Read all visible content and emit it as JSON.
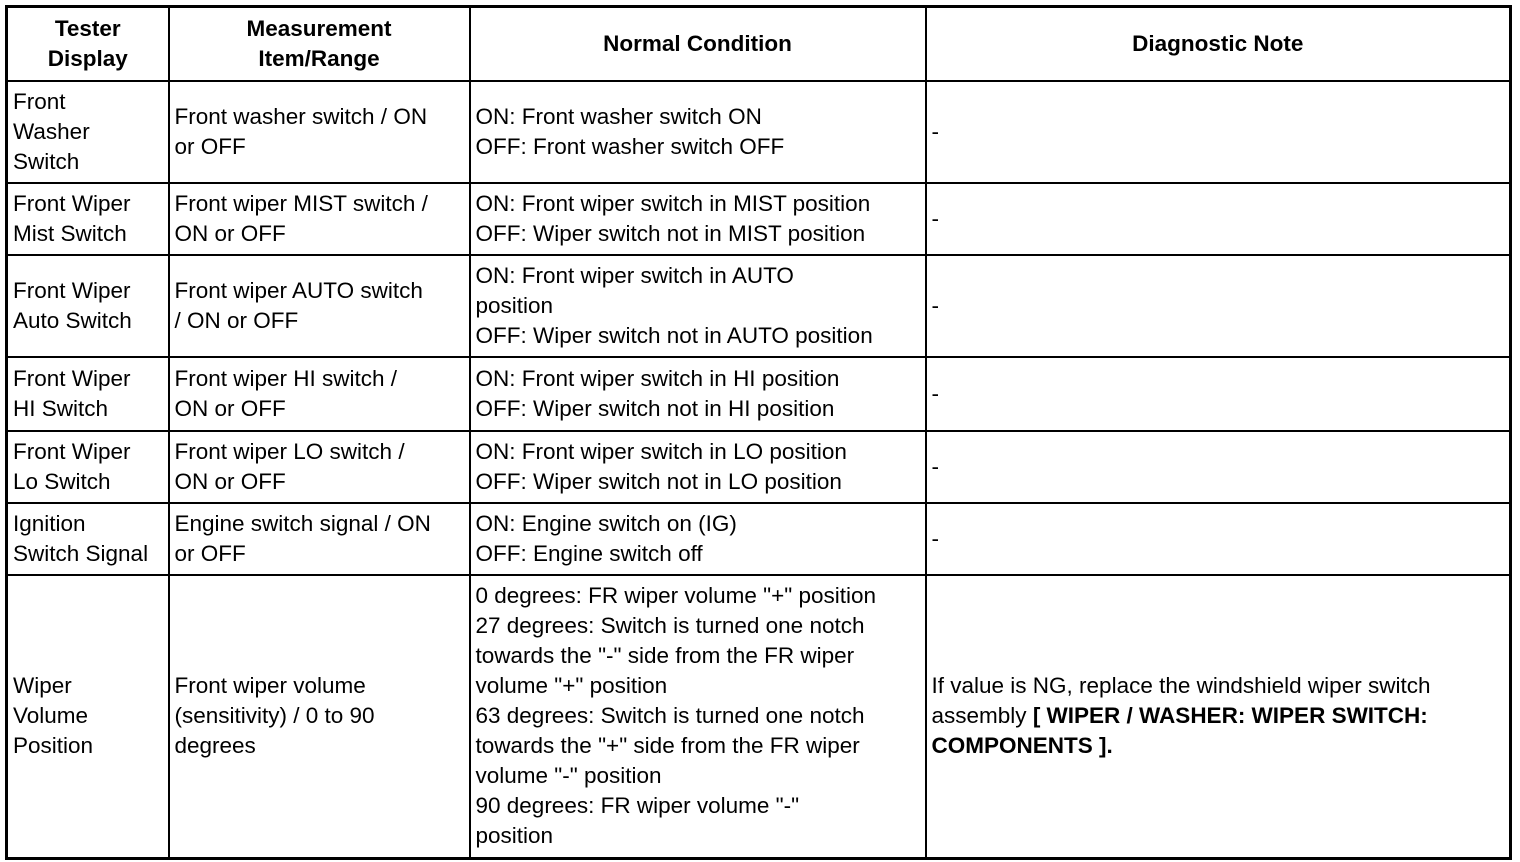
{
  "table": {
    "headers": [
      "Tester\nDisplay",
      "Measurement\nItem/Range",
      "Normal Condition",
      "Diagnostic Note"
    ],
    "rows": [
      {
        "tester_display": "Front\nWasher\nSwitch",
        "measurement": "Front washer switch / ON\nor OFF",
        "normal_condition": "ON: Front washer switch ON\nOFF: Front washer switch OFF",
        "diagnostic_note": "-"
      },
      {
        "tester_display": "Front Wiper\nMist Switch",
        "measurement": "Front wiper MIST switch /\nON or OFF",
        "normal_condition": "ON: Front wiper switch in MIST position\nOFF: Wiper switch not in MIST position",
        "diagnostic_note": "-"
      },
      {
        "tester_display": "Front Wiper\nAuto Switch",
        "measurement": "Front wiper AUTO switch\n/ ON or OFF",
        "normal_condition": "ON: Front wiper switch in AUTO\nposition\nOFF: Wiper switch not in AUTO position",
        "diagnostic_note": "-"
      },
      {
        "tester_display": "Front Wiper\nHI Switch",
        "measurement": "Front wiper HI switch /\nON or OFF",
        "normal_condition": "ON: Front wiper switch in HI position\nOFF: Wiper switch not in HI position",
        "diagnostic_note": "-"
      },
      {
        "tester_display": "Front Wiper\nLo Switch",
        "measurement": "Front wiper LO switch /\nON or OFF",
        "normal_condition": "ON: Front wiper switch in LO position\nOFF: Wiper switch not in LO position",
        "diagnostic_note": "-"
      },
      {
        "tester_display": "Ignition\nSwitch Signal",
        "measurement": "Engine switch signal / ON\nor OFF",
        "normal_condition": "ON: Engine switch on (IG)\nOFF: Engine switch off",
        "diagnostic_note": "-"
      },
      {
        "tester_display": "Wiper\nVolume\nPosition",
        "measurement": "Front wiper volume\n(sensitivity) / 0 to 90\ndegrees",
        "normal_condition": "0 degrees: FR wiper volume \"+\" position\n27 degrees: Switch is turned one notch\ntowards the \"-\" side from the FR wiper\nvolume \"+\" position\n63 degrees: Switch is turned one notch\ntowards the \"+\" side from the FR wiper\nvolume \"-\" position\n90 degrees: FR wiper volume \"-\"\nposition",
        "diagnostic_note": "If value is NG, replace the windshield wiper switch assembly",
        "diagnostic_note_ref": "[ WIPER / WASHER: WIPER SWITCH: COMPONENTS ]",
        "diagnostic_note_end": "."
      }
    ]
  }
}
